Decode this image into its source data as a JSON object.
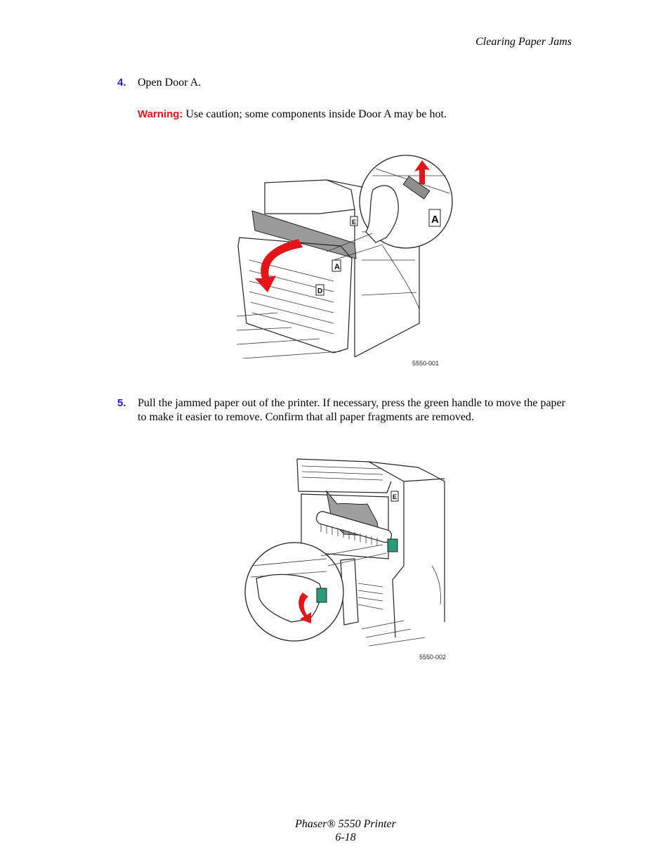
{
  "header": {
    "section_title": "Clearing Paper Jams"
  },
  "steps": [
    {
      "number": "4.",
      "text": "Open Door A."
    },
    {
      "number": "5.",
      "text": "Pull the jammed paper out of the printer. If necessary, press the green handle to move the paper to make it easier to remove. Confirm that all paper fragments are removed."
    }
  ],
  "warning": {
    "label": "Warning:",
    "text": "Use caution; some components inside Door A may be hot."
  },
  "figures": [
    {
      "caption": "5550-001",
      "door_labels": [
        "A",
        "D",
        "E"
      ]
    },
    {
      "caption": "5550-002",
      "door_labels": [
        "E"
      ]
    }
  ],
  "colors": {
    "step_number": "#1a1ad6",
    "warning": "#e3151a",
    "arrow": "#e3151a",
    "handle": "#2a9a78"
  },
  "footer": {
    "product": "Phaser® 5550 Printer",
    "page": "6-18"
  }
}
